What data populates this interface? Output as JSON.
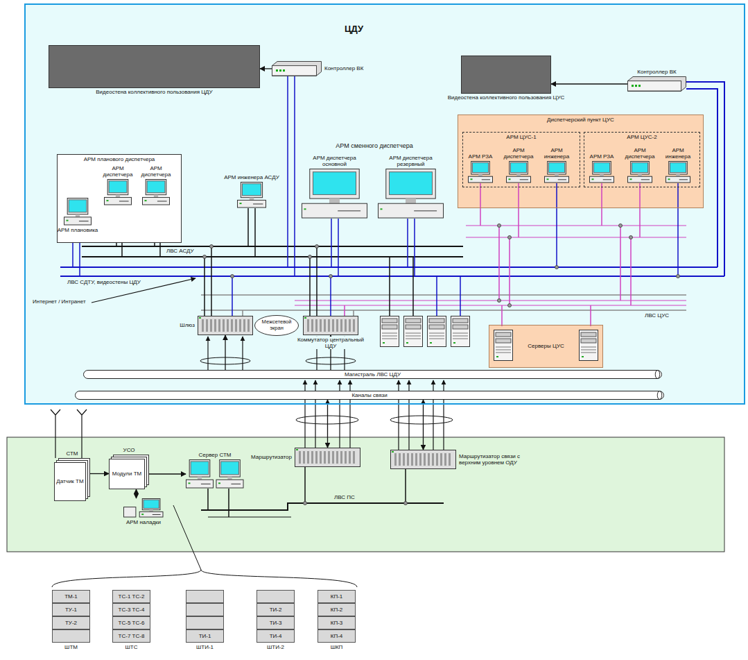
{
  "diagram": {
    "nodes": [
      {
        "text": [
          "ЦДУ"
        ]
      },
      {
        "text": [
          "Видеостена коллективного пользования ЦДУ"
        ],
        "in": 0
      },
      {
        "text": [
          "Контроллер ВК"
        ],
        "in": 0
      },
      {
        "text": [
          "Видеостена коллективного пользования ЦУС"
        ],
        "in": 0
      },
      {
        "text": [
          "Контроллер ВК"
        ],
        "in": 0
      },
      {
        "text": [
          "АРМ планового диспетчера"
        ],
        "in": 0
      },
      {
        "text": [
          "АРМ плановика"
        ],
        "in": 5
      },
      {
        "text": [
          "АРМ диспетчера"
        ],
        "in": 5
      },
      {
        "text": [
          "АРМ диспетчера"
        ],
        "in": 5
      },
      {
        "text": [
          "АРМ инженера АСДУ"
        ],
        "in": 0
      },
      {
        "text": [
          "АРМ сменного диспетчера"
        ],
        "in": 0
      },
      {
        "text": [
          "АРМ диспетчера основной"
        ],
        "in": 10
      },
      {
        "text": [
          "АРМ диспетчера резервный"
        ],
        "in": 10
      },
      {
        "text": [
          "Диспетчерский пункт ЦУС"
        ],
        "in": 0
      },
      {
        "text": [
          "АРМ ЦУС-1"
        ],
        "in": 13
      },
      {
        "text": [
          "АРМ РЗА"
        ],
        "in": 14
      },
      {
        "text": [
          "АРМ диспетчера"
        ],
        "in": 14
      },
      {
        "text": [
          "АРМ инженера"
        ],
        "in": 14
      },
      {
        "text": [
          "АРМ ЦУС-2"
        ],
        "in": 13
      },
      {
        "text": [
          "АРМ РЗА"
        ],
        "in": 18
      },
      {
        "text": [
          "АРМ диспетчера"
        ],
        "in": 18
      },
      {
        "text": [
          "АРМ инженера"
        ],
        "in": 18
      },
      {
        "text": [
          "Шлюз"
        ],
        "in": 0
      },
      {
        "text": [
          "Межсетевой экран"
        ],
        "in": 0
      },
      {
        "text": [
          "Коммутатор центральный ЦДУ"
        ],
        "in": 0
      },
      {
        "text": [
          "Серверы ЦУС"
        ],
        "in": 0
      },
      {
        "text": [
          "Магистраль ЛВС ЦДУ"
        ],
        "in": 0
      },
      {
        "text": [
          "Каналы связи"
        ],
        "in": 0
      },
      {
        "text": [
          "СТМ",
          "Датчик ТМ"
        ]
      },
      {
        "text": [
          "УСО",
          "Модули ТМ"
        ]
      },
      {
        "text": [
          "Сервер СТМ"
        ]
      },
      {
        "text": [
          "АРМ наладки"
        ]
      },
      {
        "text": [
          "Маршрутизатор"
        ]
      },
      {
        "text": [
          "Маршрутизатор связи с верхним уровнем ОДУ"
        ]
      },
      {
        "text": [
          "ТМ-1",
          "ТУ-1",
          "ТУ-2",
          "ШТМ"
        ]
      },
      {
        "text": [
          "ТС-1 ТС-2",
          "ТС-3 ТС-4",
          "ТС-5 ТС-6",
          "ТС-7 ТС-8",
          "ШТС"
        ]
      },
      {
        "text": [
          "ТИ-1",
          "ШТИ-1"
        ]
      },
      {
        "text": [
          "ТИ-2",
          "ТИ-3",
          "ТИ-4",
          "ШТИ-2"
        ]
      },
      {
        "text": [
          "КП-1",
          "КП-2",
          "КП-3",
          "КП-4",
          "ШКП"
        ]
      }
    ],
    "edges": [
      {
        "from": 2,
        "to": 1,
        "arrow": "to"
      },
      {
        "from": 4,
        "to": 3,
        "arrow": "to"
      },
      {
        "from": 26,
        "to": 22,
        "arrow": "to"
      },
      {
        "from": 26,
        "to": 24,
        "arrow": "to"
      },
      {
        "from": 32,
        "to": 27,
        "arrow": "both"
      },
      {
        "from": 33,
        "to": 27,
        "arrow": "both"
      },
      {
        "from": 28,
        "to": 29,
        "arrow": "to"
      },
      {
        "from": 29,
        "to": 30,
        "arrow": "to"
      },
      {
        "from": 31,
        "to": 29,
        "arrow": "both"
      }
    ],
    "labels": [
      "ЛВС АСДУ",
      "ЛВС СДТУ, видеостены ЦДУ",
      "Интернет / Интранет",
      "ЛВС ЦУС",
      "ЛВС ПС"
    ]
  }
}
